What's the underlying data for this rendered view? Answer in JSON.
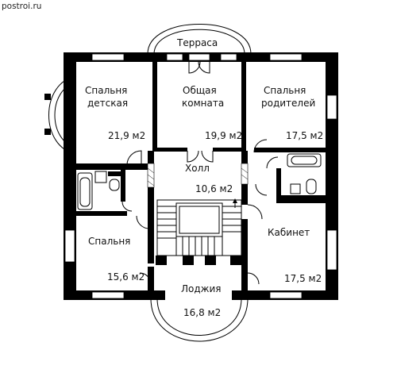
{
  "watermark": "postroi.ru",
  "rooms": [
    {
      "id": "terrace",
      "name": "Терраса",
      "area": ""
    },
    {
      "id": "kids-bedroom",
      "name_line1": "Спальня",
      "name_line2": "детская",
      "area": "21,9 м2"
    },
    {
      "id": "common-room",
      "name_line1": "Общая",
      "name_line2": "комната",
      "area": "19,9 м2"
    },
    {
      "id": "parents-bedroom",
      "name_line1": "Спальня",
      "name_line2": "родителей",
      "area": "17,5 м2"
    },
    {
      "id": "hall",
      "name": "Холл",
      "area": "10,6 м2"
    },
    {
      "id": "bedroom",
      "name": "Спальня",
      "area": "15,6 м2"
    },
    {
      "id": "cabinet",
      "name": "Кабинет",
      "area": "17,5 м2"
    },
    {
      "id": "loggia",
      "name": "Лоджия",
      "area": "16,8 м2"
    }
  ]
}
